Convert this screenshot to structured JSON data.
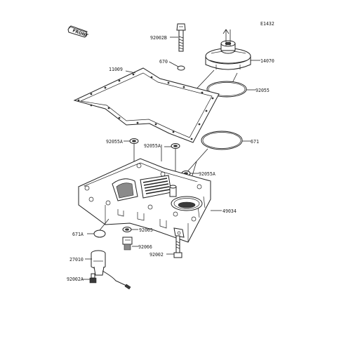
{
  "diagram_code": "E1432",
  "direction_label": "FRONT",
  "parts": [
    {
      "id": "p-92002b",
      "number": "92002B"
    },
    {
      "id": "p-670",
      "number": "670"
    },
    {
      "id": "p-14070",
      "number": "14070"
    },
    {
      "id": "p-11009",
      "number": "11009"
    },
    {
      "id": "p-92055",
      "number": "92055"
    },
    {
      "id": "p-671",
      "number": "671"
    },
    {
      "id": "p-92055a-left",
      "number": "92055A"
    },
    {
      "id": "p-92055a-mid",
      "number": "92055A"
    },
    {
      "id": "p-92055a-right",
      "number": "92055A"
    },
    {
      "id": "p-49034",
      "number": "49034"
    },
    {
      "id": "p-92065",
      "number": "92065"
    },
    {
      "id": "p-671a",
      "number": "671A"
    },
    {
      "id": "p-92066",
      "number": "92066"
    },
    {
      "id": "p-27010",
      "number": "27010"
    },
    {
      "id": "p-92002",
      "number": "92002"
    },
    {
      "id": "p-92002a",
      "number": "92002A"
    }
  ]
}
